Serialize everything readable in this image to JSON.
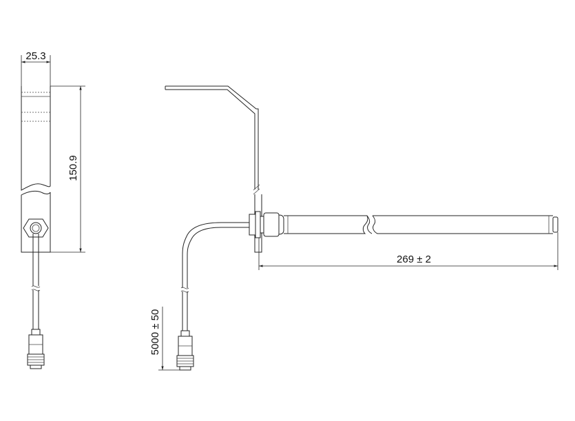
{
  "drawing": {
    "dimensions": {
      "width": "25.3",
      "height": "150.9",
      "length": "269 ± 2",
      "cable": "5000 ± 50"
    }
  }
}
